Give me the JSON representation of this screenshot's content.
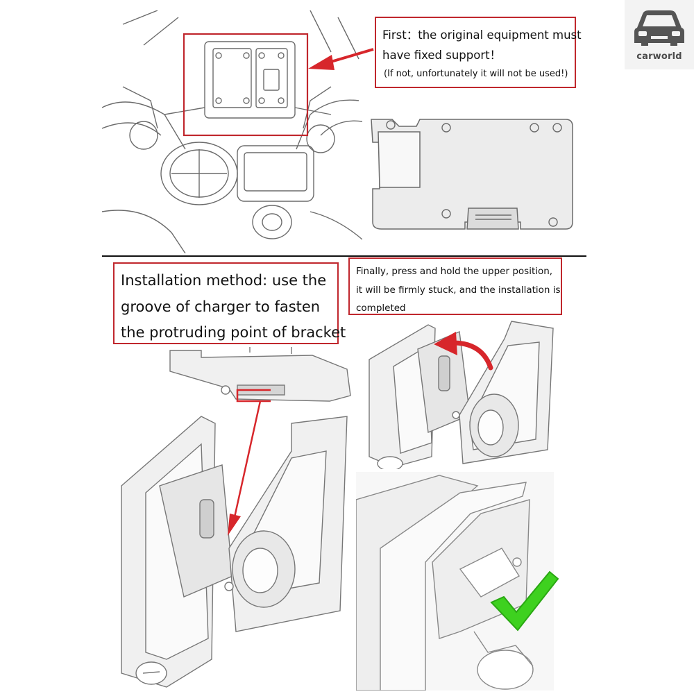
{
  "brand": {
    "logo_text": "carworld",
    "logo_icon": "car-icon"
  },
  "callouts": {
    "first": {
      "line1": "First：the original equipment must",
      "line2": "have fixed support！",
      "line3": "(If not, unfortunately it will not be used!)"
    },
    "installation": {
      "line1": "Installation method: use the",
      "line2": "groove of charger to fasten",
      "line3": "the protruding point of bracket"
    },
    "finally": {
      "line1": "Finally, press and hold the upper position,",
      "line2": "it will be firmly stuck, and the installation is",
      "line3": "completed"
    }
  },
  "colors": {
    "callout_border": "#c0272d",
    "arrow": "#d7262b",
    "checkmark": "#3ed11f",
    "sketch_line": "#6b6b6b"
  },
  "icons": [
    "car-icon",
    "arrow-icon",
    "checkmark-icon"
  ]
}
